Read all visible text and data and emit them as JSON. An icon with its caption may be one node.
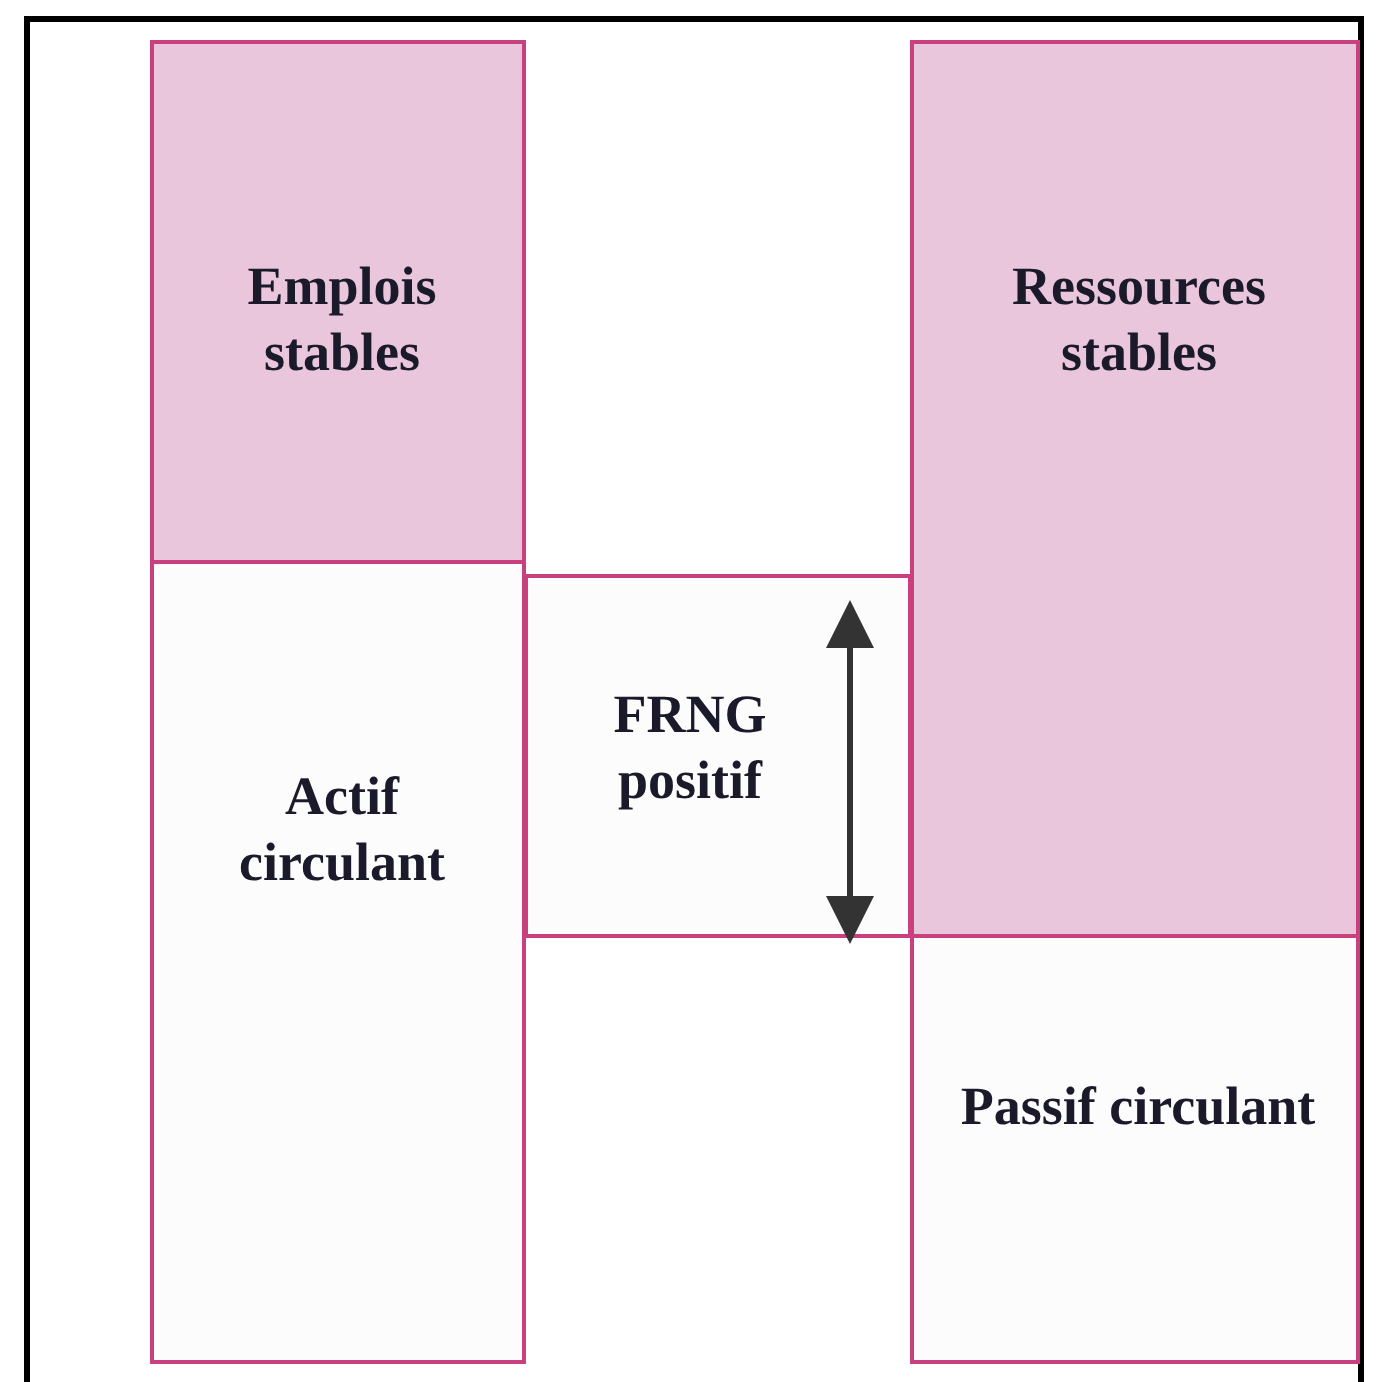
{
  "diagram": {
    "nodes": [
      {
        "text": [
          "Emplois stables"
        ]
      },
      {
        "text": [
          "Actif circulant"
        ]
      },
      {
        "text": [
          "FRNG positif"
        ]
      },
      {
        "text": [
          "Ressources stables"
        ]
      },
      {
        "text": [
          "Passif circulant"
        ]
      }
    ]
  }
}
